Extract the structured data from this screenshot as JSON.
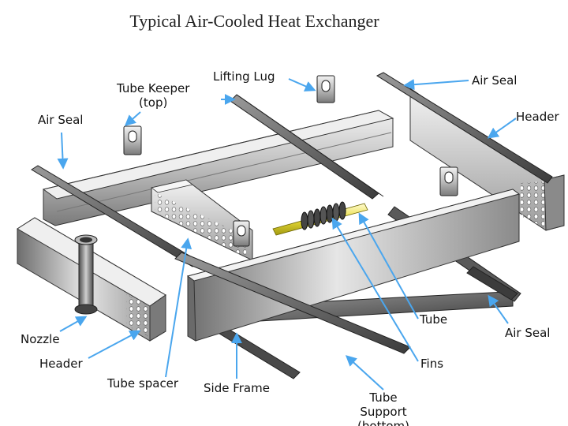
{
  "title": "Typical Air-Cooled Heat Exchanger",
  "labels": {
    "tube_keeper_line1": "Tube Keeper",
    "tube_keeper_line2": "(top)",
    "lifting_lug": "Lifting Lug",
    "air_seal_top_right": "Air Seal",
    "header_right": "Header",
    "air_seal_left": "Air Seal",
    "tube": "Tube",
    "air_seal_bottom_right": "Air Seal",
    "nozzle": "Nozzle",
    "header_left": "Header",
    "fins": "Fins",
    "tube_spacer": "Tube spacer",
    "side_frame": "Side Frame",
    "tube_support_line1": "Tube",
    "tube_support_line2": "Support",
    "tube_support_line3": "(bottom)"
  },
  "colors": {
    "arrow": "#4aa6ee",
    "steel_light": "#d8d8d8",
    "steel_dark": "#5a5a5a",
    "tube_yellow": "#e8dc3a"
  }
}
